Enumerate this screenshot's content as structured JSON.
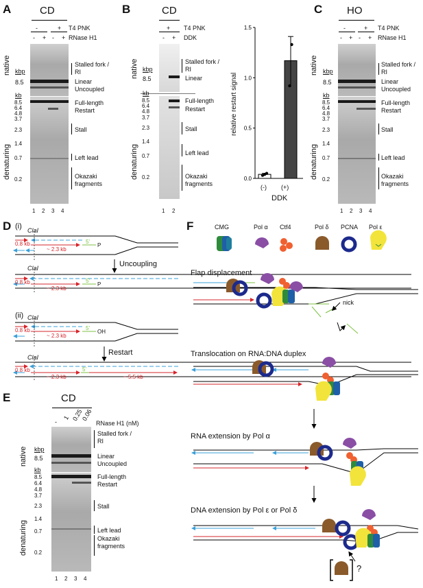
{
  "panels": {
    "A": {
      "letter": "A",
      "title": "CD",
      "t4pnk_label": "T4 PNK",
      "rnase_label": "RNase H1",
      "t4pnk_signs": [
        "-",
        "+"
      ],
      "rnase_signs": [
        "-",
        "+",
        "-",
        "+"
      ],
      "native": "native",
      "denaturing": "denaturing",
      "kbp": "kbp",
      "kb": "kb",
      "native_marker": "8.5",
      "markers": [
        "8.5",
        "6.4",
        "4.8",
        "3.7",
        "2.3",
        "1.4",
        "0.7",
        "0.2"
      ],
      "labels": {
        "stalled": "Stalled fork /",
        "ri": "RI",
        "linear": "Linear",
        "uncoupled": "Uncoupled",
        "full": "Full-length",
        "restart": "Restart",
        "stall": "Stall",
        "leftlead": "Left lead",
        "okazaki1": "Okazaki",
        "okazaki2": "fragments"
      },
      "lanes": [
        "1",
        "2",
        "3",
        "4"
      ]
    },
    "B": {
      "letter": "B",
      "title": "CD",
      "t4pnk_label": "T4 PNK",
      "t4pnk_sign": "+",
      "ddk_label": "DDK",
      "ddk_signs": [
        "-",
        "+"
      ],
      "native": "native",
      "denaturing": "denaturing",
      "kbp": "kbp",
      "kb": "kb",
      "native_marker": "8.5",
      "markers": [
        "8.5",
        "6.4",
        "4.8",
        "3.7",
        "2.3",
        "1.4",
        "0.7",
        "0.2"
      ],
      "labels": {
        "stalled": "Stalled fork /",
        "ri": "RI",
        "linear": "Linear",
        "full": "Full-length",
        "restart": "Restart",
        "stall": "Stall",
        "leftlead": "Left lead",
        "okazaki1": "Okazaki",
        "okazaki2": "fragments"
      },
      "lanes": [
        "1",
        "2"
      ]
    },
    "C": {
      "letter": "C",
      "title": "HO",
      "t4pnk_label": "T4 PNK",
      "rnase_label": "RNase H1",
      "t4pnk_signs": [
        "-",
        "+"
      ],
      "rnase_signs": [
        "-",
        "+",
        "-",
        "+"
      ],
      "native": "native",
      "denaturing": "denaturing",
      "kbp": "kbp",
      "kb": "kb",
      "native_marker": "8.5",
      "markers": [
        "8.5",
        "6.4",
        "4.8",
        "3.7",
        "2.3",
        "1.4",
        "0.7",
        "0.2"
      ],
      "labels": {
        "stalled": "Stalled fork /",
        "ri": "RI",
        "linear": "Linear",
        "uncoupled": "Uncoupled",
        "full": "Full-length",
        "restart": "Restart",
        "stall": "Stall",
        "leftlead": "Left lead",
        "okazaki1": "Okazaki",
        "okazaki2": "fragments"
      },
      "lanes": [
        "1",
        "2",
        "3",
        "4"
      ]
    },
    "D": {
      "letter": "D",
      "sub_i": "(i)",
      "sub_ii": "(ii)",
      "clai": "ClaI",
      "len_08": "0.8 kb",
      "len_23": "~ 2.3 kb",
      "len_55": "~ 5.5 kb",
      "five_prime": "5'",
      "p_end": "P",
      "oh_end": "OH",
      "uncoupling": "Uncoupling",
      "restart": "Restart"
    },
    "E": {
      "letter": "E",
      "title": "CD",
      "rnase_label": "RNase H1 (nM)",
      "conc": [
        "-",
        "1",
        "0.25",
        "0.06"
      ],
      "native": "native",
      "denaturing": "denaturing",
      "kbp": "kbp",
      "kb": "kb",
      "native_marker": "8.5",
      "markers": [
        "8.5",
        "6.4",
        "4.8",
        "3.7",
        "2.3",
        "1.4",
        "0.7",
        "0.2"
      ],
      "labels": {
        "stalled": "Stalled fork /",
        "ri": "RI",
        "linear": "Linear",
        "uncoupled": "Uncoupled",
        "full": "Full-length",
        "restart": "Restart",
        "stall": "Stall",
        "leftlead": "Left lead",
        "okazaki1": "Okazaki",
        "okazaki2": "fragments"
      },
      "lanes": [
        "1",
        "2",
        "3",
        "4"
      ]
    },
    "F": {
      "letter": "F",
      "legend": [
        "CMG",
        "Pol α",
        "Ctf4",
        "Pol δ",
        "PCNA",
        "Pol ε"
      ],
      "steps": [
        "Flap displacement",
        "Translocation on RNA:DNA duplex",
        "RNA extension by Pol α",
        "DNA extension by Pol ε or Pol δ"
      ],
      "nick": "nick",
      "question": "?"
    }
  },
  "chart_data": {
    "type": "bar",
    "categories": [
      "(-)",
      "(+)"
    ],
    "values": [
      0.04,
      1.17
    ],
    "points": [
      [
        0.03,
        0.04,
        0.05
      ],
      [
        0.92,
        1.33
      ]
    ],
    "error": [
      0.01,
      0.24
    ],
    "xlabel": "DDK",
    "ylabel": "relative restart signal",
    "ylim": [
      0,
      1.5
    ],
    "yticks": [
      "0.0",
      "0.5",
      "1.0",
      "1.5"
    ],
    "colors": {
      "neg": "#ffffff",
      "pos": "#444444"
    }
  }
}
